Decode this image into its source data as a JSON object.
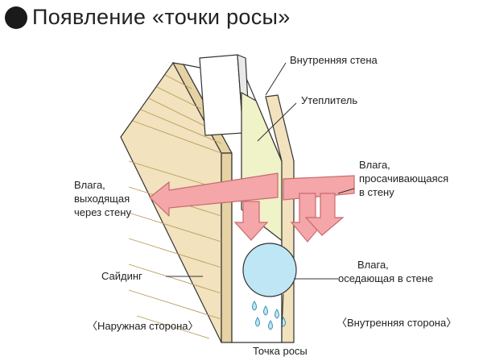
{
  "title": "Появление «точки росы»",
  "labels": {
    "inner_wall": "Внутренняя стена",
    "insulation": "Утеплитель",
    "moisture_in_l1": "Влага,",
    "moisture_in_l2": "просачивающаяся",
    "moisture_in_l3": "в стену",
    "moisture_out_l1": "Влага,",
    "moisture_out_l2": "выходящая",
    "moisture_out_l3": "через стену",
    "siding": "Сайдинг",
    "moisture_settle_l1": "Влага,",
    "moisture_settle_l2": "оседающая в стене",
    "outer_side": "〈Наружная сторона〉",
    "inner_side": "〈Внутренняя сторона〉",
    "dew_point": "Точка росы"
  },
  "colors": {
    "siding": "#f2e2bd",
    "siding_line": "#b99b5e",
    "insulation": "#f0f2c8",
    "arrow": "#f4a6a8",
    "arrow_stroke": "#c96a6f",
    "drop": "#bfe6f5",
    "drop_stroke": "#3c8fb6",
    "outline": "#333333"
  }
}
